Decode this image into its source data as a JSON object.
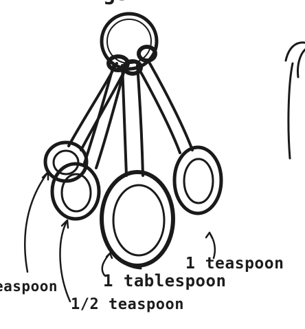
{
  "labels": {
    "partial_top": "gs",
    "quarter_teaspoon": "easpoon",
    "half_teaspoon": "1/2 teaspoon",
    "tablespoon": "1 tablespoon",
    "teaspoon": "1 teaspoon"
  }
}
